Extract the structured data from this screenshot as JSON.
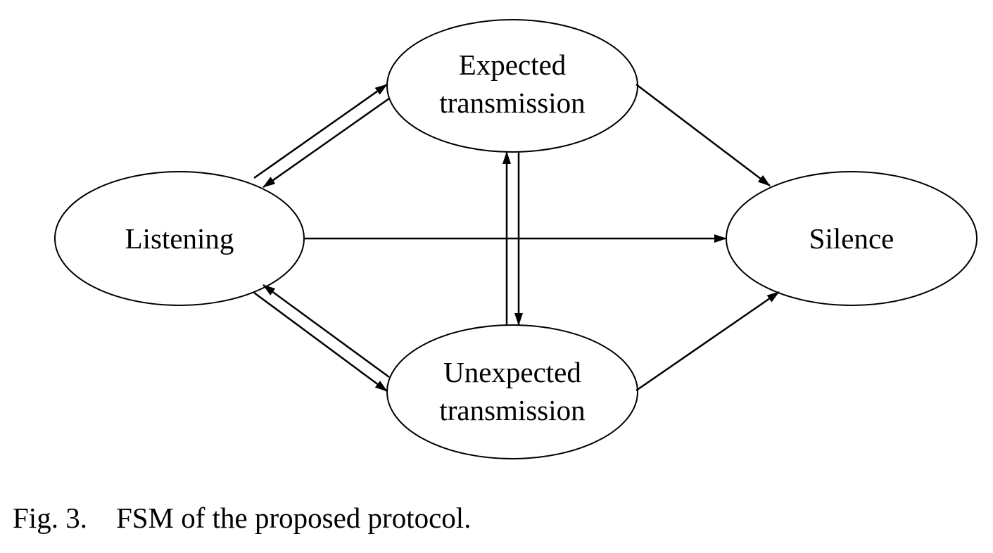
{
  "states": {
    "expected": {
      "line1": "Expected",
      "line2": "transmission"
    },
    "listening": {
      "label": "Listening"
    },
    "silence": {
      "label": "Silence"
    },
    "unexpected": {
      "line1": "Unexpected",
      "line2": "transmission"
    }
  },
  "transitions": [
    {
      "from": "Listening",
      "to": "Expected transmission"
    },
    {
      "from": "Expected transmission",
      "to": "Listening"
    },
    {
      "from": "Listening",
      "to": "Unexpected transmission"
    },
    {
      "from": "Unexpected transmission",
      "to": "Listening"
    },
    {
      "from": "Listening",
      "to": "Silence"
    },
    {
      "from": "Expected transmission",
      "to": "Silence"
    },
    {
      "from": "Unexpected transmission",
      "to": "Silence"
    },
    {
      "from": "Expected transmission",
      "to": "Unexpected transmission"
    },
    {
      "from": "Unexpected transmission",
      "to": "Expected transmission"
    }
  ],
  "caption": {
    "label": "Fig. 3.",
    "text": "FSM of the proposed protocol."
  },
  "colors": {
    "stroke": "#000000",
    "background": "#ffffff"
  }
}
